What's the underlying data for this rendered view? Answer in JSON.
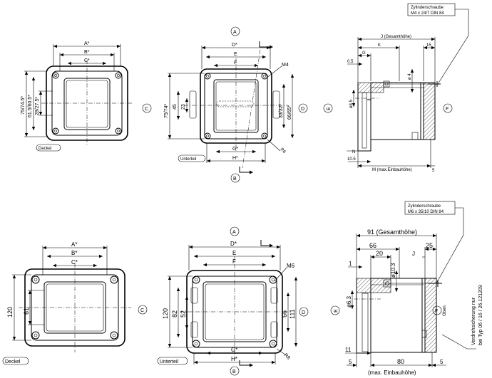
{
  "top_row": {
    "lid": {
      "dims": {
        "a": "A*",
        "b": "B*",
        "c": "C*",
        "v1": "75/74.5*",
        "v2": "61.5/60.5*",
        "v3": "28/27.5*"
      },
      "tag": "Deckel"
    },
    "base": {
      "dims": {
        "d": "D*",
        "e": "E",
        "f": "F",
        "m": "M4",
        "v1": "75/74*",
        "v2": "45",
        "v3": "23",
        "v4": "33/32*",
        "v5": "66/65*",
        "g": "G*",
        "h": "H*",
        "r": "R6"
      },
      "tag": "Unterteil"
    },
    "section": {
      "screw": {
        "line1": "Zylinderschraube",
        "line2": "M4 x 24/7  DIN 84"
      },
      "dims": {
        "j": "J (Gesamthöhe)",
        "k": "K",
        "g": "G",
        "fifteen": "15",
        "p05": "0.5",
        "d4": "ø 4",
        "d45": "ø4.5",
        "n": "N",
        "p105": "10.5",
        "m": "M (max.Einbauhöhe)",
        "five": "5"
      }
    },
    "markers": {
      "a": "A",
      "b": "B",
      "c": "C",
      "d": "D",
      "e": "E",
      "f": "F"
    }
  },
  "bottom_row": {
    "lid": {
      "dims": {
        "a": "A*",
        "b": "B*",
        "c": "C*",
        "v1": "120",
        "v2": "61"
      },
      "tag": "Deckel"
    },
    "base": {
      "dims": {
        "d": "D*",
        "e": "E",
        "f": "F",
        "m": "M6",
        "v1": "120",
        "v2": "82",
        "v3": "52",
        "v4": "66",
        "v5": "111",
        "g": "G*",
        "h": "H*",
        "r": "R8"
      },
      "tag": "Unterteil"
    },
    "section": {
      "screw": {
        "line1": "Zylinderschraube",
        "line2": "M6 x 35/10  DIN 84"
      },
      "dims": {
        "total": "91 (Gesamthöhe)",
        "d66": "66",
        "d20": "20",
        "j": "J",
        "d25": "25",
        "one": "1",
        "d103": "ø10.3",
        "d63": "ø6.3",
        "eleven": "11",
        "five_l": "5",
        "eighty": "80",
        "five_r": "5",
        "m": "(max. Einbauhöhe)",
        "oben": "Oben"
      },
      "vert_note": {
        "line1": "Verdrehsicherung nur",
        "line2": "bei Typ 06 / 16 / 26.121209"
      }
    },
    "markers": {
      "a": "A",
      "b": "B",
      "c": "C",
      "d": "D",
      "e": "E",
      "f": "F"
    }
  }
}
